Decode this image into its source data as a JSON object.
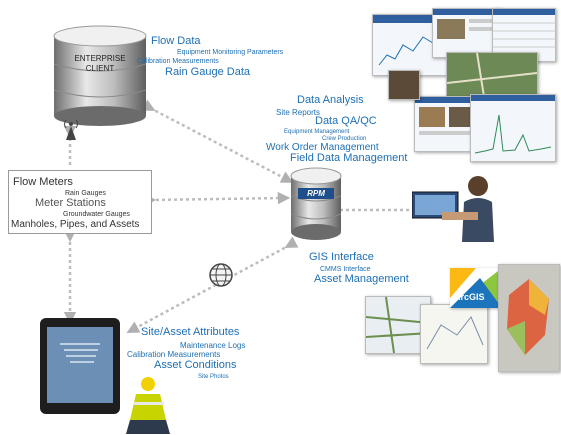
{
  "enterprise": {
    "label_line1": "ENTERPRISE",
    "label_line2": "CLIENT"
  },
  "server": {
    "logo": "RPM"
  },
  "enterprise_labels": {
    "flow_data": "Flow Data",
    "equipment_monitoring": "Equipment Monitoring Parameters",
    "calibration": "Calibration Measurements",
    "rain_gauge_data": "Rain Gauge Data"
  },
  "analysis_labels": {
    "data_analysis": "Data Analysis",
    "site_reports": "Site Reports",
    "data_qa": "Data QA/QC",
    "equipment_management": "Equipment Management",
    "crew_production": "Crew Production",
    "work_order": "Work Order Management",
    "field_data": "Field Data Management"
  },
  "gis_labels": {
    "gis_interface": "GIS Interface",
    "cmms_interface": "CMMS Interface",
    "asset_management": "Asset Management",
    "arcgis": "ArcGIS"
  },
  "field_box": {
    "flow_meters": "Flow Meters",
    "rain_gauges": "Rain Gauges",
    "meter_stations": "Meter Stations",
    "groundwater_gauges": "Groundwater Gauges",
    "manholes": "Manholes, Pipes, and Assets"
  },
  "site_labels": {
    "site_asset_attributes": "Site/Asset Attributes",
    "maintenance_logs": "Maintenance Logs",
    "calibration": "Calibration Measurements",
    "asset_conditions": "Asset Conditions",
    "site_photos": "Site Photos"
  },
  "colors": {
    "label_blue": "#1e6fb3",
    "arrow_gray": "#b5b5b5",
    "arcgis_blue": "#1c75bc"
  },
  "icons": [
    "database-icon",
    "antenna-icon",
    "globe-icon",
    "tablet-icon"
  ]
}
